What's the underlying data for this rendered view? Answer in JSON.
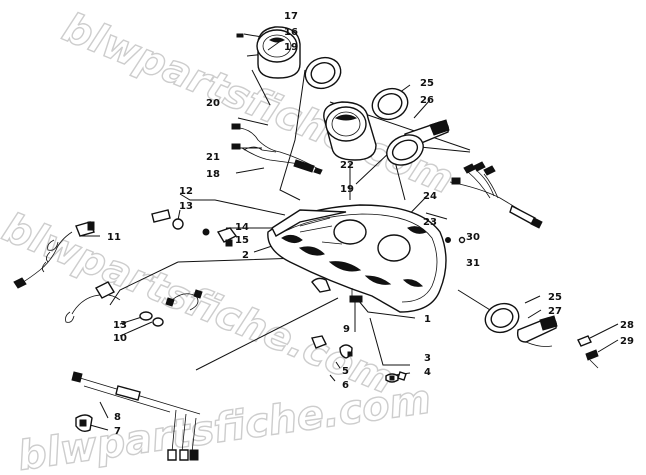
{
  "watermark": "blwpartsfiche.com",
  "colors": {
    "ink": "#111111",
    "watermark": "#c8c8c8",
    "background": "#ffffff"
  },
  "callouts": [
    {
      "id": "c17",
      "text": "17"
    },
    {
      "id": "c16",
      "text": "16"
    },
    {
      "id": "c19a",
      "text": "19"
    },
    {
      "id": "c25a",
      "text": "25"
    },
    {
      "id": "c26",
      "text": "26"
    },
    {
      "id": "c20",
      "text": "20"
    },
    {
      "id": "c21",
      "text": "21"
    },
    {
      "id": "c18",
      "text": "18"
    },
    {
      "id": "c22",
      "text": "22"
    },
    {
      "id": "c19b",
      "text": "19"
    },
    {
      "id": "c24",
      "text": "24"
    },
    {
      "id": "c23",
      "text": "23"
    },
    {
      "id": "c12",
      "text": "12"
    },
    {
      "id": "c13a",
      "text": "13"
    },
    {
      "id": "c14",
      "text": "14"
    },
    {
      "id": "c15",
      "text": "15"
    },
    {
      "id": "c2",
      "text": "2"
    },
    {
      "id": "c11",
      "text": "11"
    },
    {
      "id": "c30",
      "text": "30"
    },
    {
      "id": "c31",
      "text": "31"
    },
    {
      "id": "c25b",
      "text": "25"
    },
    {
      "id": "c27",
      "text": "27"
    },
    {
      "id": "c28",
      "text": "28"
    },
    {
      "id": "c29",
      "text": "29"
    },
    {
      "id": "c13b",
      "text": "13"
    },
    {
      "id": "c10",
      "text": "10"
    },
    {
      "id": "c9",
      "text": "9"
    },
    {
      "id": "c1",
      "text": "1"
    },
    {
      "id": "c5",
      "text": "5"
    },
    {
      "id": "c6",
      "text": "6"
    },
    {
      "id": "c3",
      "text": "3"
    },
    {
      "id": "c4",
      "text": "4"
    },
    {
      "id": "c8",
      "text": "8"
    },
    {
      "id": "c7",
      "text": "7"
    }
  ]
}
